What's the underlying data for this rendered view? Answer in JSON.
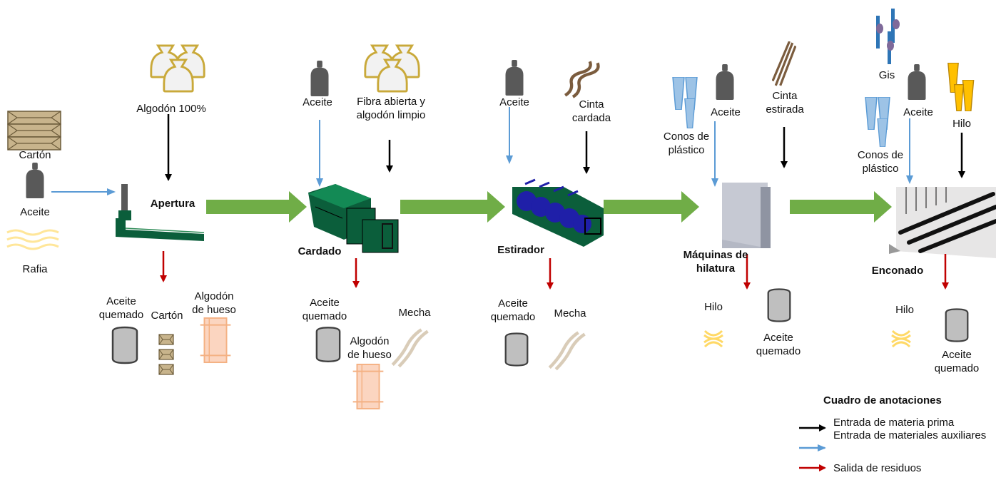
{
  "stages": {
    "apertura": {
      "name": "Apertura",
      "inputs": [
        "Algodón 100%",
        "Cartón",
        "Aceite",
        "Rafia"
      ],
      "outputs": [
        "Aceite\nquemado",
        "Cartón",
        "Algodón\nde hueso"
      ]
    },
    "cardado": {
      "name": "Cardado",
      "inputs": [
        "Aceite",
        "Fibra abierta y\nalgodón limpio"
      ],
      "outputs": [
        "Aceite\nquemado",
        "Algodón\nde hueso",
        "Mecha"
      ]
    },
    "estirador": {
      "name": "Estirador",
      "inputs": [
        "Aceite",
        "Cinta\ncardada"
      ],
      "outputs": [
        "Aceite\nquemado",
        "Mecha"
      ]
    },
    "hilatura": {
      "name": "Máquinas de\nhilatura",
      "inputs": [
        "Conos de\nplástico",
        "Aceite",
        "Cinta\nestirada"
      ],
      "outputs": [
        "Hilo",
        "Aceite\nquemado"
      ]
    },
    "enconado": {
      "name": "Enconado",
      "inputs": [
        "Gis",
        "Aceite",
        "Hilo",
        "Conos de\nplástico"
      ],
      "outputs": [
        "Hilo",
        "Aceite\nquemado"
      ]
    }
  },
  "legend": {
    "title": "Cuadro de anotaciones",
    "items": [
      {
        "label": "Entrada de materia prima",
        "color": "#000000"
      },
      {
        "label": "Entrada de materiales auxiliares",
        "color": "#5b9bd5"
      },
      {
        "label": "Salida de residuos",
        "color": "#c00000"
      }
    ]
  },
  "colors": {
    "flow": "#70ad47",
    "machine": "#0b5e3b",
    "oil": "#595959",
    "drum": "#bfbfbf",
    "bag": "#c9a93a",
    "carton": "#c8b48c",
    "cotton_waste": "#f4b183",
    "cone": "#9dc3e6",
    "yarn": "#ffd966"
  }
}
